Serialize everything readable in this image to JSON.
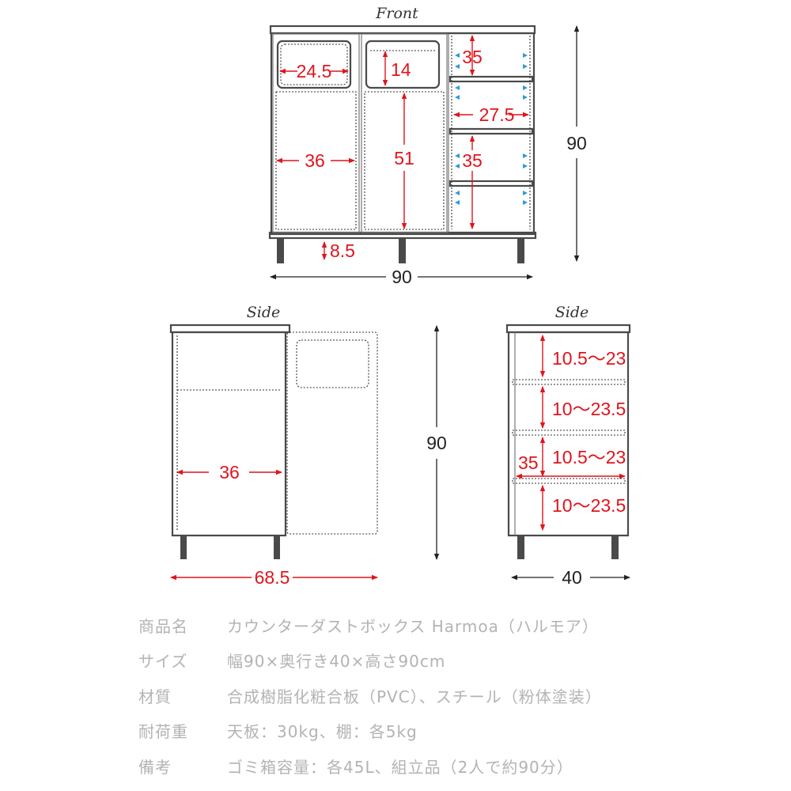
{
  "views": {
    "front": {
      "title": "Front",
      "dims": {
        "window_width": "24.5",
        "window_height": "14",
        "door_width": "36",
        "door_height": "51",
        "shelf_top": "35",
        "shelf_width": "27.5",
        "shelf_mid": "35",
        "leg_height": "8.5",
        "total_width": "90",
        "total_height": "90"
      }
    },
    "side_left": {
      "title": "Side",
      "dims": {
        "door_width": "36",
        "open_depth": "68.5",
        "height": "90"
      }
    },
    "side_right": {
      "title": "Side",
      "dims": {
        "shelf1": "10.5～23",
        "shelf2": "10～23.5",
        "shelf3": "10.5～23",
        "shelf4": "10～23.5",
        "depth_inner": "35",
        "depth_total": "40"
      }
    }
  },
  "specs": [
    {
      "label": "商品名",
      "value": "カウンターダストボックス Harmoa（ハルモア）"
    },
    {
      "label": "サイズ",
      "value": "幅90×奥行き40×高さ90cm"
    },
    {
      "label": "材質",
      "value": "合成樹脂化粧合板（PVC）、スチール（粉体塗装）"
    },
    {
      "label": "耐荷重",
      "value": "天板：30kg、棚：各5kg"
    },
    {
      "label": "備考",
      "value": "ゴミ箱容量：各45L、組立品（2人で約90分）"
    }
  ],
  "colors": {
    "dimension_red": "#e0141c",
    "arrow_blue": "#2e9ad6",
    "spec_text": "#b3b3b3"
  }
}
